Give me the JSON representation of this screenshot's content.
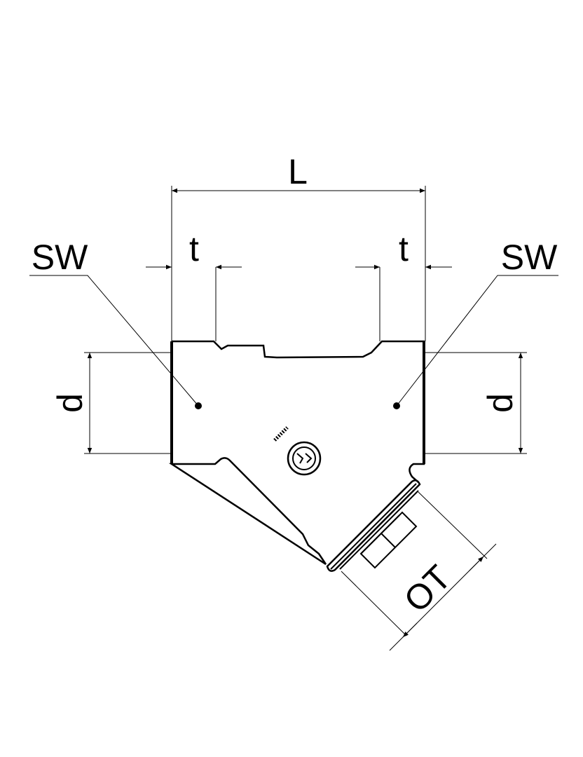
{
  "drawing": {
    "labels": {
      "length": "L",
      "thread_left": "t",
      "thread_right": "t",
      "wrench_left": "SW",
      "wrench_right": "SW",
      "diameter_left": "d",
      "diameter_right": "d",
      "cap_height": "OT"
    },
    "colors": {
      "line": "#000000",
      "background": "#ffffff"
    }
  }
}
